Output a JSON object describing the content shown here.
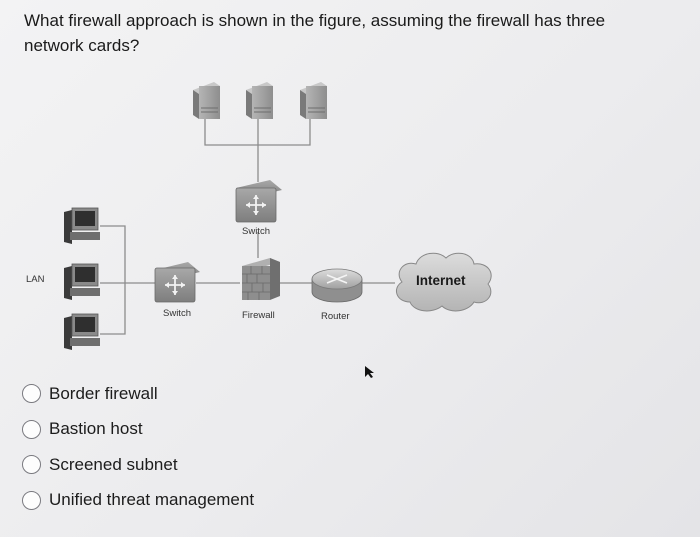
{
  "question": {
    "text": "What firewall approach is shown in the figure, assuming the firewall has three network cards?"
  },
  "diagram": {
    "lan_label": "LAN",
    "switch_top_label": "Switch",
    "switch_lan_label": "Switch",
    "firewall_label": "Firewall",
    "router_label": "Router",
    "internet_label": "Internet",
    "icons": [
      "server-icon",
      "switch-icon",
      "firewall-icon",
      "router-icon",
      "cloud-icon",
      "workstation-icon"
    ]
  },
  "options": [
    {
      "label": "Border firewall",
      "selected": false
    },
    {
      "label": "Bastion host",
      "selected": false
    },
    {
      "label": "Screened subnet",
      "selected": false
    },
    {
      "label": "Unified threat management",
      "selected": false
    }
  ],
  "colors": {
    "background": "#ececee",
    "line": "#8c8c8c",
    "device_gray": "#9a9a9a",
    "cloud_fill": "#c9c9c9"
  }
}
